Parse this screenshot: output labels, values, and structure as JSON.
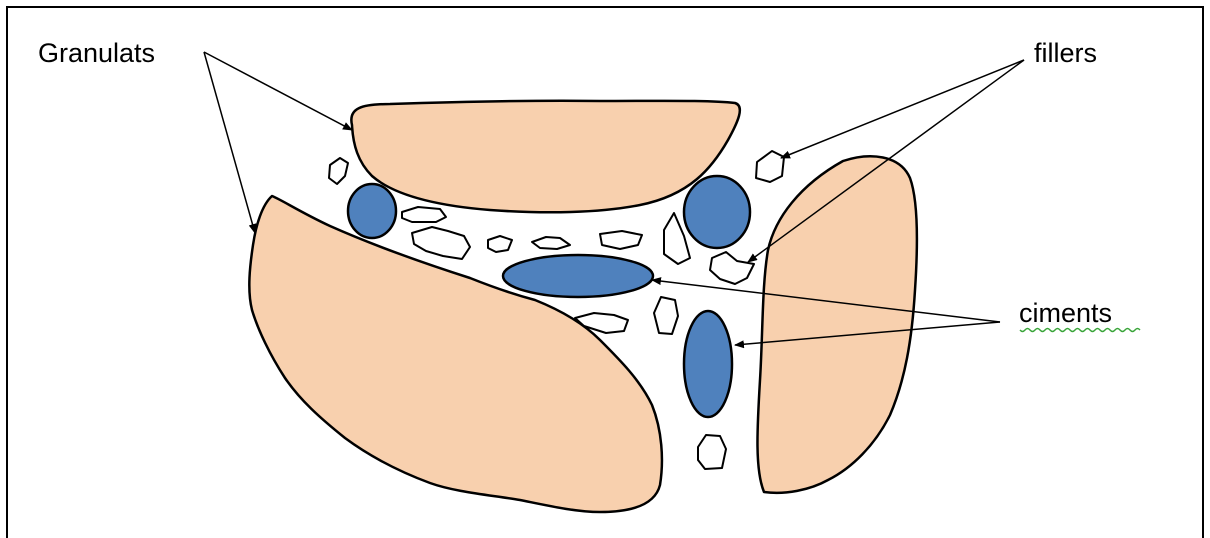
{
  "labels": {
    "granulats": "Granulats",
    "fillers": "fillers",
    "ciments": "ciments"
  },
  "colors": {
    "granulat_fill": "#f8d0ae",
    "ciment_fill": "#4f81bd",
    "filler_fill": "#ffffff",
    "outline": "#000000",
    "spellcheck_underline": "#3aa53a"
  }
}
